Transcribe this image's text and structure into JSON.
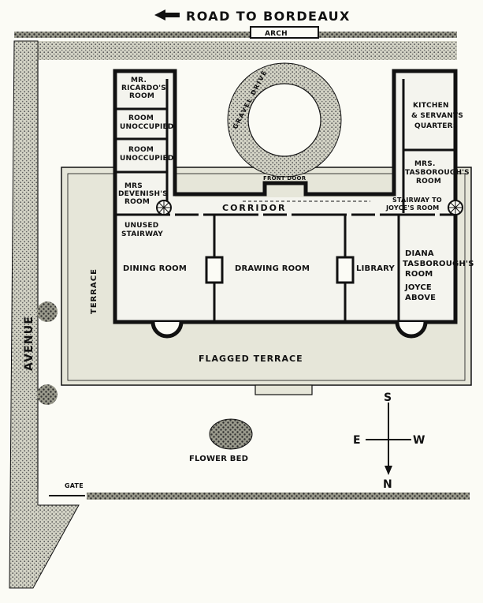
{
  "labels": {
    "road": "ROAD TO BORDEAUX",
    "arch": "ARCH",
    "gravel_drive": "GRAVEL DRIVE",
    "front_door": "FRONT DOOR",
    "avenue": "AVENUE",
    "terrace": "TERRACE",
    "flagged_terrace": "FLAGGED TERRACE",
    "flower_bed": "FLOWER BED",
    "gate": "GATE",
    "corridor": "CORRIDOR",
    "unused_stairway": [
      "UNUSED",
      "STAIRWAY"
    ],
    "stairway_joyce": [
      "STAIRWAY TO",
      "JOYCE'S ROOM"
    ]
  },
  "rooms": {
    "ricardo": [
      "MR.",
      "RICARDO'S",
      "ROOM"
    ],
    "unoccupied1": [
      "ROOM",
      "UNOCCUPIED"
    ],
    "unoccupied2": [
      "ROOM",
      "UNOCCUPIED"
    ],
    "devenish": [
      "MRS",
      "DEVENISH'S",
      "ROOM"
    ],
    "kitchen": [
      "KITCHEN",
      "& SERVANTS",
      "QUARTERS"
    ],
    "tasborough": [
      "MRS.",
      "TASBOROUGH'S",
      "ROOM"
    ],
    "dining": "DINING ROOM",
    "drawing": "DRAWING ROOM",
    "library": "LIBRARY",
    "diana": [
      "DIANA",
      "TASBOROUGH'S",
      "ROOM",
      "JOYCE",
      "ABOVE"
    ]
  },
  "compass": {
    "s": "S",
    "n": "N",
    "e": "E",
    "w": "W"
  },
  "colors": {
    "ink": "#111111",
    "paper": "#fbfbf5",
    "gravel": "#b9b9a8",
    "terrace": "#e6e6d9",
    "floor": "#f4f4ee"
  }
}
